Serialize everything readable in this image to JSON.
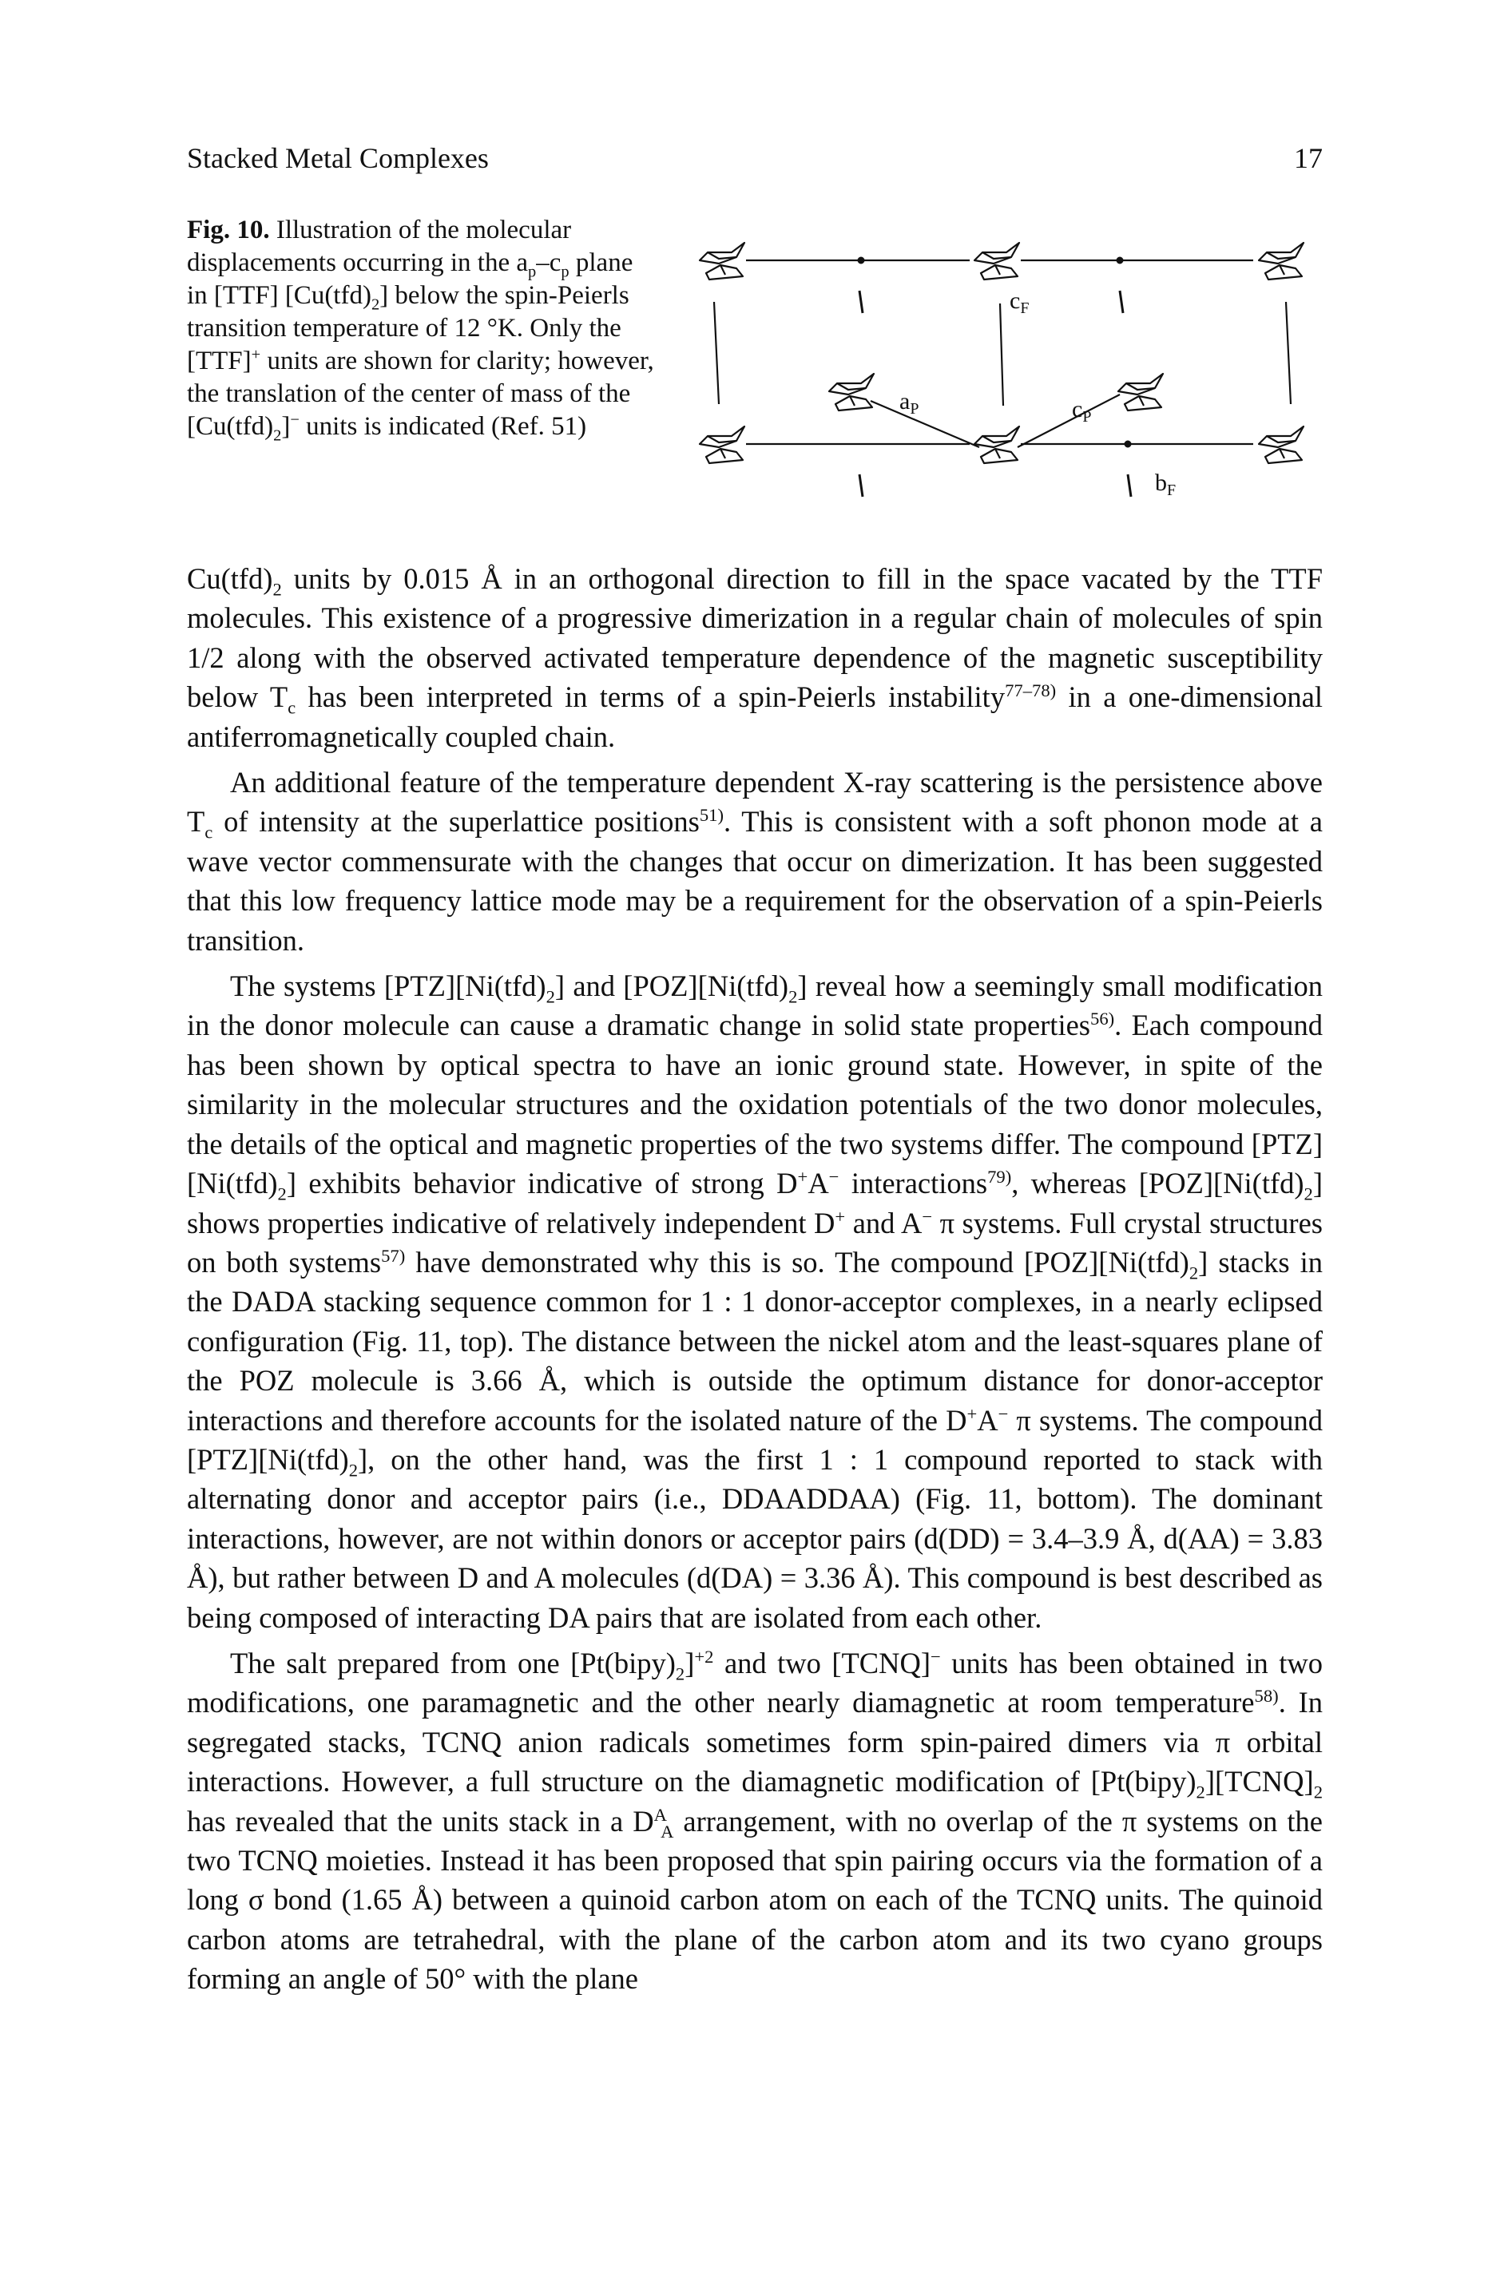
{
  "header": {
    "running_title": "Stacked Metal Complexes",
    "page_number": "17"
  },
  "figure": {
    "label": "Fig. 10.",
    "caption_parts": [
      " Illustration of the molecular displacements occurring in the a",
      "p",
      "–c",
      "p",
      " plane in [TTF] [Cu(tfd)",
      "2",
      "] below the spin-Peierls transition temperature of 12 °K. Only the [TTF]",
      "+",
      " units are shown for clarity; however, the translation of the center of mass of the [Cu(tfd)",
      "2",
      "]",
      "−",
      " units is indicated (Ref. 51)"
    ],
    "axis_labels": {
      "cF_main": "c",
      "cF_sub": "F",
      "aP_main": "a",
      "aP_sub": "P",
      "cP_main": "c",
      "cP_sub": "P",
      "bF_main": "b",
      "bF_sub": "F"
    }
  },
  "paragraphs": [
    {
      "parts": [
        "Cu(tfd)",
        "2",
        " units by 0.015 Å in an orthogonal direction to fill in the space vacated by the TTF molecules. This existence of a progressive dimerization in a regular chain of molecules of spin 1/2 along with the observed activated temperature dependence of the magnetic susceptibility below T",
        "c",
        " has been interpreted in terms of a spin-Peierls instability",
        "77–78)",
        " in a one-dimensional antiferromagnetically coupled chain."
      ]
    },
    {
      "parts": [
        "An additional feature of the temperature dependent X-ray scattering is the persistence above T",
        "c",
        " of intensity at the superlattice positions",
        "51)",
        ". This is consistent with a soft phonon mode at a wave vector commensurate with the changes that occur on dimerization. It has been suggested that this low frequency lattice mode may be a requirement for the observation of a spin-Peierls transition."
      ]
    },
    {
      "parts": [
        "The systems [PTZ][Ni(tfd)",
        "2",
        "] and [POZ][Ni(tfd)",
        "2",
        "] reveal how a seemingly small modification in the donor molecule can cause a dramatic change in solid state properties",
        "56)",
        ". Each compound has been shown by optical spectra to have an ionic ground state. However, in spite of the similarity in the molecular structures and the oxidation potentials of the two donor molecules, the details of the optical and magnetic properties of the two systems differ. The compound [PTZ][Ni(tfd)",
        "2",
        "] exhibits behavior indicative of strong D",
        "+",
        "A",
        "−",
        " interactions",
        "79)",
        ", whereas [POZ][Ni(tfd)",
        "2",
        "] shows properties indicative of relatively independent D",
        "+",
        " and A",
        "−",
        " π systems. Full crystal structures on both systems",
        "57)",
        " have demonstrated why this is so. The compound [POZ][Ni(tfd)",
        "2",
        "] stacks in the DADA stacking sequence common for 1 : 1 donor-acceptor complexes, in a nearly eclipsed configuration (Fig. 11, top). The distance between the nickel atom and the least-squares plane of the POZ molecule is 3.66 Å, which is outside the optimum distance for donor-acceptor interactions and therefore accounts for the isolated nature of the D",
        "+",
        "A",
        "−",
        " π systems. The compound [PTZ][Ni(tfd)",
        "2",
        "], on the other hand, was the first 1 : 1 compound reported to stack with alternating donor and acceptor pairs (i.e., DDAADDAA) (Fig. 11, bottom). The dominant interactions, however, are not within donors or acceptor pairs (d(DD) = 3.4–3.9 Å, d(AA) = 3.83 Å), but rather between D and A molecules (d(DA) = 3.36 Å). This compound is best described as being composed of interacting DA pairs that are isolated from each other."
      ]
    },
    {
      "parts": [
        "The salt prepared from one [Pt(bipy)",
        "2",
        "]",
        "+2",
        " and two [TCNQ]",
        "−",
        " units has been obtained in two modifications, one paramagnetic and the other nearly diamagnetic at room temperature",
        "58)",
        ". In segregated stacks, TCNQ anion radicals sometimes form spin-paired dimers via π orbital interactions. However, a full structure on the diamagnetic modification of [Pt(bipy)",
        "2",
        "][TCNQ]",
        "2",
        " has revealed that the units stack in a D",
        "A",
        "A",
        " arrangement, with no overlap of the π systems on the two TCNQ moieties. Instead it has been proposed that spin pairing occurs via the formation of a long σ bond (1.65 Å) between a quinoid carbon atom on each of the TCNQ units. The quinoid carbon atoms are tetrahedral, with the plane of the carbon atom and its two cyano groups forming an angle of 50° with the plane"
      ]
    }
  ]
}
